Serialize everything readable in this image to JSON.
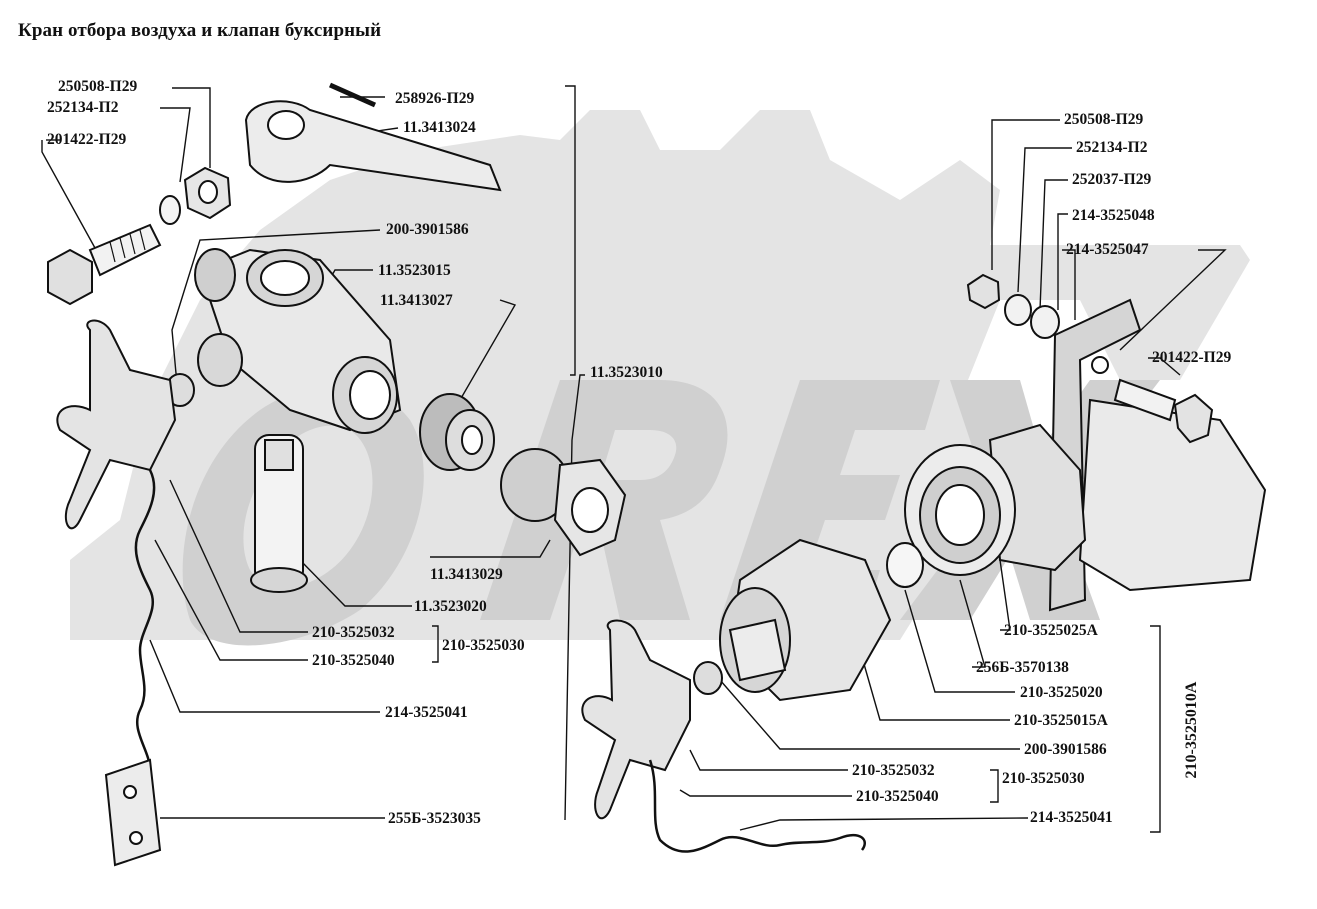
{
  "title": "Кран отбора воздуха и клапан буксирный",
  "watermark": "OREX",
  "colors": {
    "line": "#111111",
    "part_fill": "#e9e9e9",
    "part_shade": "#bdbdbd",
    "watermark": "#d9d9d9"
  },
  "labels": {
    "l_250508_left": "250508-П29",
    "l_252134_left": "252134-П2",
    "l_201422_left": "201422-П29",
    "l_258926": "258926-П29",
    "l_11_3413024": "11.3413024",
    "l_200_3901586_top": "200-3901586",
    "l_11_3523015": "11.3523015",
    "l_11_3413027": "11.3413027",
    "l_11_3523010": "11.3523010",
    "l_11_3413029": "11.3413029",
    "l_11_3523020": "11.3523020",
    "l_210_3525032_left": "210-3525032",
    "l_210_3525040_left": "210-3525040",
    "l_210_3525030_left": "210-3525030",
    "l_214_3525041_left": "214-3525041",
    "l_255b_3523035": "255Б-3523035",
    "l_250508_right": "250508-П29",
    "l_252134_right": "252134-П2",
    "l_252037": "252037-П29",
    "l_214_3525048": "214-3525048",
    "l_214_3525047": "214-3525047",
    "l_201422_right": "201422-П29",
    "l_210_3525025a": "210-3525025А",
    "l_256b_3570138": "256Б-3570138",
    "l_210_3525020": "210-3525020",
    "l_210_3525015a": "210-3525015А",
    "l_200_3901586_bottom": "200-3901586",
    "l_210_3525032_right": "210-3525032",
    "l_210_3525040_right": "210-3525040",
    "l_210_3525030_right": "210-3525030",
    "l_214_3525041_right": "214-3525041",
    "l_210_3525010a": "210-3525010А"
  }
}
